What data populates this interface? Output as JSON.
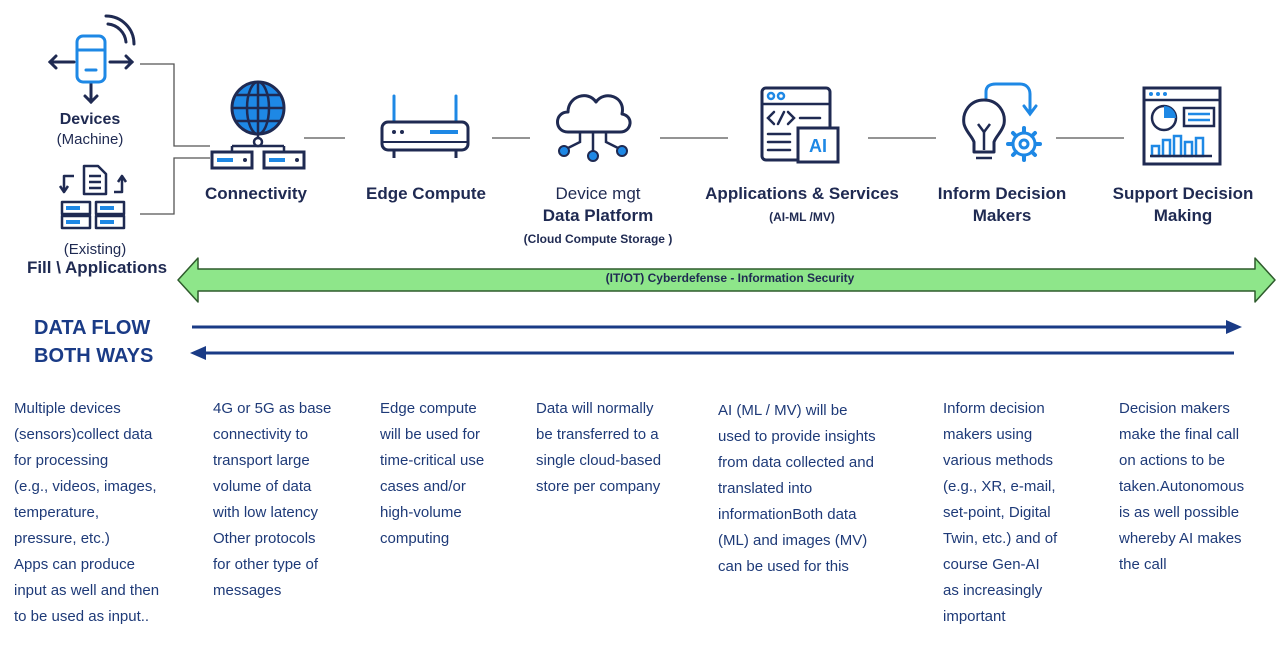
{
  "sources": {
    "devices_title": "Devices",
    "devices_sub": "(Machine)",
    "apps_pre": "(Existing)",
    "apps_title": "Fill \\ Applications"
  },
  "stages": [
    {
      "label": "Connectivity",
      "icon": "globe-network-icon"
    },
    {
      "label": "Edge Compute",
      "icon": "router-icon"
    },
    {
      "top": "Device mgt",
      "label": "Data Platform",
      "sub": "(Cloud Compute Storage )",
      "icon": "cloud-network-icon"
    },
    {
      "label": "Applications & Services",
      "sub": "(AI-ML /MV)",
      "icon": "ai-application-icon"
    },
    {
      "label": "Inform Decision Makers",
      "icon": "idea-gear-icon"
    },
    {
      "label": "Support Decision Making",
      "icon": "dashboard-icon"
    }
  ],
  "security_band": "(IT/OT) Cyberdefense - Information Security",
  "data_flow": {
    "line1": "DATA FLOW",
    "line2": "BOTH WAYS"
  },
  "descriptions": [
    [
      "Multiple devices",
      "(sensors)collect data",
      "for processing",
      "(e.g., videos, images,",
      "temperature,",
      "pressure, etc.)",
      "Apps can produce",
      "input as well and then",
      "to be used as input.."
    ],
    [
      "4G or 5G as base",
      "connectivity to",
      "transport large",
      "volume of data",
      "with low latency",
      "Other protocols",
      "for other type of",
      "messages"
    ],
    [
      "Edge compute",
      "will be used for",
      "time-critical use",
      "cases and/or",
      "high-volume",
      "computing"
    ],
    [
      "Data will normally",
      "be transferred to a",
      "single cloud-based",
      "store per company"
    ],
    [
      "AI (ML / MV)  will be",
      "used to provide insights",
      "from data collected and",
      "translated into",
      "informationBoth data",
      "(ML) and images (MV)",
      "can be used for this"
    ],
    [
      "Inform decision",
      "makers using",
      "various methods",
      "(e.g., XR, e-mail,",
      "set-point, Digital",
      "Twin, etc.) and of",
      "course Gen-AI",
      "as increasingly",
      "important"
    ],
    [
      "Decision makers",
      "make the final call",
      "on actions to be",
      "taken.Autonomous",
      "is as well possible",
      "whereby AI makes",
      "the call"
    ]
  ],
  "colors": {
    "navy": "#1f2a52",
    "blue": "#1e88e5",
    "band_fill": "#8ee68a",
    "band_stroke": "#2e5b2c",
    "flow": "#1a3b86"
  }
}
